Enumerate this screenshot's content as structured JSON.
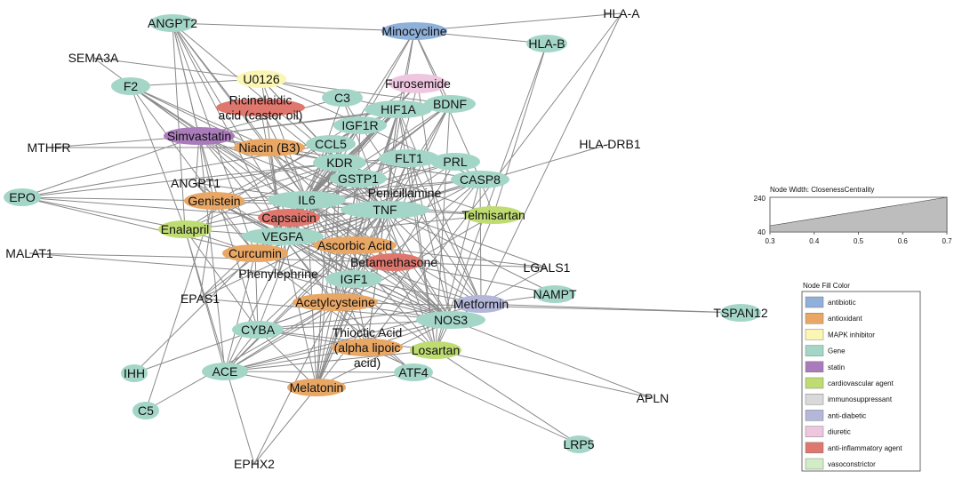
{
  "colors": {
    "antibiotic": "#8fb0d9",
    "antioxidant": "#e9a765",
    "mapk": "#fbf6b4",
    "gene": "#a4d6c8",
    "statin": "#a97bbb",
    "cardio": "#bfdc72",
    "immuno": "#d9d9d9",
    "antidiabetic": "#b4b7da",
    "diuretic": "#efc6df",
    "antiinflam": "#e0776e",
    "vaso": "#d2ecc6"
  },
  "nodes": [
    {
      "id": "ANGPT2",
      "label": "ANGPT2",
      "cat": "gene"
    },
    {
      "id": "Minocycline",
      "label": "Minocycline",
      "cat": "antibiotic"
    },
    {
      "id": "HLA-A",
      "label": "HLA-A",
      "cat": "gene"
    },
    {
      "id": "HLA-B",
      "label": "HLA-B",
      "cat": "gene"
    },
    {
      "id": "SEMA3A",
      "label": "SEMA3A",
      "cat": "gene"
    },
    {
      "id": "U0126",
      "label": "U0126",
      "cat": "mapk"
    },
    {
      "id": "F2",
      "label": "F2",
      "cat": "gene"
    },
    {
      "id": "Furosemide",
      "label": "Furosemide",
      "cat": "diuretic"
    },
    {
      "id": "Ricinelaidic",
      "label": [
        "Ricinelaidic",
        "acid (castor oil)"
      ],
      "cat": "antiinflam"
    },
    {
      "id": "C3",
      "label": "C3",
      "cat": "gene"
    },
    {
      "id": "HIF1A",
      "label": "HIF1A",
      "cat": "gene"
    },
    {
      "id": "BDNF",
      "label": "BDNF",
      "cat": "gene"
    },
    {
      "id": "IGF1R",
      "label": "IGF1R",
      "cat": "gene"
    },
    {
      "id": "Simvastatin",
      "label": "Simvastatin",
      "cat": "statin"
    },
    {
      "id": "MTHFR",
      "label": "MTHFR",
      "cat": "gene"
    },
    {
      "id": "Niacin",
      "label": "Niacin (B3)",
      "cat": "antioxidant"
    },
    {
      "id": "CCL5",
      "label": "CCL5",
      "cat": "gene"
    },
    {
      "id": "HLA-DRB1",
      "label": "HLA-DRB1",
      "cat": "gene"
    },
    {
      "id": "KDR",
      "label": "KDR",
      "cat": "gene"
    },
    {
      "id": "FLT1",
      "label": "FLT1",
      "cat": "gene"
    },
    {
      "id": "PRL",
      "label": "PRL",
      "cat": "gene"
    },
    {
      "id": "GSTP1",
      "label": "GSTP1",
      "cat": "gene"
    },
    {
      "id": "CASP8",
      "label": "CASP8",
      "cat": "gene"
    },
    {
      "id": "ANGPT1",
      "label": "ANGPT1",
      "cat": "gene"
    },
    {
      "id": "EPO",
      "label": "EPO",
      "cat": "gene"
    },
    {
      "id": "Penicillamine",
      "label": "Penicillamine",
      "cat": "immuno"
    },
    {
      "id": "Genistein",
      "label": "Genistein",
      "cat": "antioxidant"
    },
    {
      "id": "IL6",
      "label": "IL6",
      "cat": "gene"
    },
    {
      "id": "TNF",
      "label": "TNF",
      "cat": "gene"
    },
    {
      "id": "Telmisartan",
      "label": "Telmisartan",
      "cat": "cardio"
    },
    {
      "id": "Capsaicin",
      "label": "Capsaicin",
      "cat": "antiinflam"
    },
    {
      "id": "Enalapril",
      "label": "Enalapril",
      "cat": "cardio"
    },
    {
      "id": "VEGFA",
      "label": "VEGFA",
      "cat": "gene"
    },
    {
      "id": "AscorbicAcid",
      "label": "Ascorbic Acid",
      "cat": "antioxidant"
    },
    {
      "id": "MALAT1",
      "label": "MALAT1",
      "cat": "gene"
    },
    {
      "id": "Curcumin",
      "label": "Curcumin",
      "cat": "antioxidant"
    },
    {
      "id": "Betamethasone",
      "label": "Betamethasone",
      "cat": "antiinflam"
    },
    {
      "id": "LGALS1",
      "label": "LGALS1",
      "cat": "gene"
    },
    {
      "id": "Phenylephrine",
      "label": "Phenylephrine",
      "cat": "vaso"
    },
    {
      "id": "IGF1",
      "label": "IGF1",
      "cat": "gene"
    },
    {
      "id": "NAMPT",
      "label": "NAMPT",
      "cat": "gene"
    },
    {
      "id": "EPAS1",
      "label": "EPAS1",
      "cat": "gene"
    },
    {
      "id": "Acetylcysteine",
      "label": "Acetylcysteine",
      "cat": "antioxidant"
    },
    {
      "id": "Metformin",
      "label": "Metformin",
      "cat": "antidiabetic"
    },
    {
      "id": "TSPAN12",
      "label": "TSPAN12",
      "cat": "gene"
    },
    {
      "id": "NOS3",
      "label": "NOS3",
      "cat": "gene"
    },
    {
      "id": "CYBA",
      "label": "CYBA",
      "cat": "gene"
    },
    {
      "id": "Thioctic",
      "label": [
        "Thioctic Acid",
        "(alpha lipoic",
        "acid)"
      ],
      "cat": "antioxidant"
    },
    {
      "id": "Losartan",
      "label": "Losartan",
      "cat": "cardio"
    },
    {
      "id": "IHH",
      "label": "IHH",
      "cat": "gene"
    },
    {
      "id": "ACE",
      "label": "ACE",
      "cat": "gene"
    },
    {
      "id": "ATF4",
      "label": "ATF4",
      "cat": "gene"
    },
    {
      "id": "C5",
      "label": "C5",
      "cat": "gene"
    },
    {
      "id": "Melatonin",
      "label": "Melatonin",
      "cat": "antioxidant"
    },
    {
      "id": "APLN",
      "label": "APLN",
      "cat": "gene"
    },
    {
      "id": "LRP5",
      "label": "LRP5",
      "cat": "gene"
    },
    {
      "id": "EPHX2",
      "label": "EPHX2",
      "cat": "gene"
    }
  ],
  "edges": [
    [
      "Minocycline",
      "HLA-A"
    ],
    [
      "Minocycline",
      "HLA-B"
    ],
    [
      "Minocycline",
      "TNF"
    ],
    [
      "Minocycline",
      "IL6"
    ],
    [
      "Minocycline",
      "CASP8"
    ],
    [
      "Minocycline",
      "BDNF"
    ],
    [
      "Minocycline",
      "KDR"
    ],
    [
      "Minocycline",
      "HIF1A"
    ],
    [
      "ANGPT2",
      "Minocycline"
    ],
    [
      "ANGPT2",
      "Simvastatin"
    ],
    [
      "ANGPT2",
      "Genistein"
    ],
    [
      "ANGPT2",
      "Curcumin"
    ],
    [
      "ANGPT2",
      "VEGFA"
    ],
    [
      "ANGPT2",
      "KDR"
    ],
    [
      "ANGPT2",
      "IL6"
    ],
    [
      "ANGPT2",
      "Enalapril"
    ],
    [
      "ANGPT2",
      "Capsaicin"
    ],
    [
      "ANGPT2",
      "Niacin"
    ],
    [
      "HLA-A",
      "Metformin"
    ],
    [
      "HLA-A",
      "Thioctic"
    ],
    [
      "HLA-B",
      "Telmisartan"
    ],
    [
      "HLA-B",
      "Losartan"
    ],
    [
      "HLA-DRB1",
      "TNF"
    ],
    [
      "SEMA3A",
      "BDNF"
    ],
    [
      "SEMA3A",
      "Simvastatin"
    ],
    [
      "F2",
      "Simvastatin"
    ],
    [
      "F2",
      "Enalapril"
    ],
    [
      "F2",
      "IL6"
    ],
    [
      "F2",
      "U0126"
    ],
    [
      "F2",
      "Niacin"
    ],
    [
      "F2",
      "Curcumin"
    ],
    [
      "F2",
      "TNF"
    ],
    [
      "F2",
      "Betamethasone"
    ],
    [
      "MTHFR",
      "Simvastatin"
    ],
    [
      "MTHFR",
      "Niacin"
    ],
    [
      "EPO",
      "Simvastatin"
    ],
    [
      "EPO",
      "Genistein"
    ],
    [
      "EPO",
      "Enalapril"
    ],
    [
      "EPO",
      "Capsaicin"
    ],
    [
      "EPO",
      "Curcumin"
    ],
    [
      "EPO",
      "KDR"
    ],
    [
      "EPO",
      "CCL5"
    ],
    [
      "MALAT1",
      "Betamethasone"
    ],
    [
      "MALAT1",
      "IGF1"
    ],
    [
      "TSPAN12",
      "Metformin"
    ],
    [
      "TSPAN12",
      "Acetylcysteine"
    ],
    [
      "APLN",
      "Losartan"
    ],
    [
      "APLN",
      "NOS3"
    ],
    [
      "LRP5",
      "Losartan"
    ],
    [
      "LRP5",
      "Thioctic"
    ],
    [
      "IHH",
      "Acetylcysteine"
    ],
    [
      "IHH",
      "Curcumin"
    ],
    [
      "C5",
      "Acetylcysteine"
    ],
    [
      "C5",
      "Genistein"
    ],
    [
      "EPHX2",
      "Melatonin"
    ],
    [
      "EPHX2",
      "Acetylcysteine"
    ],
    [
      "EPHX2",
      "Enalapril"
    ],
    [
      "U0126",
      "TNF"
    ],
    [
      "U0126",
      "IL6"
    ],
    [
      "U0126",
      "VEGFA"
    ],
    [
      "U0126",
      "HIF1A"
    ],
    [
      "U0126",
      "KDR"
    ],
    [
      "U0126",
      "CASP8"
    ],
    [
      "Furosemide",
      "TNF"
    ],
    [
      "Furosemide",
      "IL6"
    ],
    [
      "Furosemide",
      "VEGFA"
    ],
    [
      "Furosemide",
      "Enalapril"
    ],
    [
      "Furosemide",
      "NOS3"
    ],
    [
      "Ricinelaidic",
      "TNF"
    ],
    [
      "Ricinelaidic",
      "IL6"
    ],
    [
      "Ricinelaidic",
      "VEGFA"
    ],
    [
      "Simvastatin",
      "TNF"
    ],
    [
      "Simvastatin",
      "IL6"
    ],
    [
      "Simvastatin",
      "VEGFA"
    ],
    [
      "Simvastatin",
      "NOS3"
    ],
    [
      "Simvastatin",
      "KDR"
    ],
    [
      "Simvastatin",
      "BDNF"
    ],
    [
      "Simvastatin",
      "HIF1A"
    ],
    [
      "Simvastatin",
      "IGF1"
    ],
    [
      "Simvastatin",
      "ACE"
    ],
    [
      "Simvastatin",
      "C3"
    ],
    [
      "Simvastatin",
      "CASP8"
    ],
    [
      "Simvastatin",
      "CYBA"
    ],
    [
      "Niacin",
      "TNF"
    ],
    [
      "Niacin",
      "IL6"
    ],
    [
      "Niacin",
      "VEGFA"
    ],
    [
      "Niacin",
      "NOS3"
    ],
    [
      "Niacin",
      "KDR"
    ],
    [
      "Niacin",
      "CCL5"
    ],
    [
      "Genistein",
      "TNF"
    ],
    [
      "Genistein",
      "IL6"
    ],
    [
      "Genistein",
      "VEGFA"
    ],
    [
      "Genistein",
      "NOS3"
    ],
    [
      "Genistein",
      "KDR"
    ],
    [
      "Genistein",
      "IGF1"
    ],
    [
      "Genistein",
      "HIF1A"
    ],
    [
      "Genistein",
      "CASP8"
    ],
    [
      "Genistein",
      "EPAS1"
    ],
    [
      "Capsaicin",
      "TNF"
    ],
    [
      "Capsaicin",
      "IL6"
    ],
    [
      "Capsaicin",
      "VEGFA"
    ],
    [
      "Capsaicin",
      "NOS3"
    ],
    [
      "Capsaicin",
      "PRL"
    ],
    [
      "Enalapril",
      "TNF"
    ],
    [
      "Enalapril",
      "IL6"
    ],
    [
      "Enalapril",
      "VEGFA"
    ],
    [
      "Enalapril",
      "NOS3"
    ],
    [
      "Enalapril",
      "ACE"
    ],
    [
      "Enalapril",
      "KDR"
    ],
    [
      "Enalapril",
      "CYBA"
    ],
    [
      "AscorbicAcid",
      "TNF"
    ],
    [
      "AscorbicAcid",
      "IL6"
    ],
    [
      "AscorbicAcid",
      "VEGFA"
    ],
    [
      "AscorbicAcid",
      "NOS3"
    ],
    [
      "AscorbicAcid",
      "HIF1A"
    ],
    [
      "AscorbicAcid",
      "CASP8"
    ],
    [
      "AscorbicAcid",
      "LGALS1"
    ],
    [
      "AscorbicAcid",
      "ACE"
    ],
    [
      "Curcumin",
      "TNF"
    ],
    [
      "Curcumin",
      "IL6"
    ],
    [
      "Curcumin",
      "VEGFA"
    ],
    [
      "Curcumin",
      "NOS3"
    ],
    [
      "Curcumin",
      "HIF1A"
    ],
    [
      "Curcumin",
      "CASP8"
    ],
    [
      "Curcumin",
      "KDR"
    ],
    [
      "Curcumin",
      "IGF1R"
    ],
    [
      "Curcumin",
      "BDNF"
    ],
    [
      "Curcumin",
      "GSTP1"
    ],
    [
      "Curcumin",
      "CYBA"
    ],
    [
      "Curcumin",
      "ACE"
    ],
    [
      "Curcumin",
      "ATF4"
    ],
    [
      "Betamethasone",
      "TNF"
    ],
    [
      "Betamethasone",
      "IL6"
    ],
    [
      "Betamethasone",
      "VEGFA"
    ],
    [
      "Betamethasone",
      "NOS3"
    ],
    [
      "Betamethasone",
      "LGALS1"
    ],
    [
      "Betamethasone",
      "NAMPT"
    ],
    [
      "Betamethasone",
      "PRL"
    ],
    [
      "Betamethasone",
      "IGF1"
    ],
    [
      "Phenylephrine",
      "TNF"
    ],
    [
      "Phenylephrine",
      "IL6"
    ],
    [
      "Phenylephrine",
      "NOS3"
    ],
    [
      "Phenylephrine",
      "VEGFA"
    ],
    [
      "Acetylcysteine",
      "TNF"
    ],
    [
      "Acetylcysteine",
      "IL6"
    ],
    [
      "Acetylcysteine",
      "VEGFA"
    ],
    [
      "Acetylcysteine",
      "NOS3"
    ],
    [
      "Acetylcysteine",
      "HIF1A"
    ],
    [
      "Acetylcysteine",
      "CASP8"
    ],
    [
      "Acetylcysteine",
      "GSTP1"
    ],
    [
      "Acetylcysteine",
      "CYBA"
    ],
    [
      "Acetylcysteine",
      "ACE"
    ],
    [
      "Acetylcysteine",
      "ATF4"
    ],
    [
      "Acetylcysteine",
      "IGF1"
    ],
    [
      "Acetylcysteine",
      "KDR"
    ],
    [
      "Metformin",
      "TNF"
    ],
    [
      "Metformin",
      "IL6"
    ],
    [
      "Metformin",
      "VEGFA"
    ],
    [
      "Metformin",
      "NOS3"
    ],
    [
      "Metformin",
      "HIF1A"
    ],
    [
      "Metformin",
      "IGF1"
    ],
    [
      "Metformin",
      "CASP8"
    ],
    [
      "Metformin",
      "CYBA"
    ],
    [
      "Metformin",
      "ACE"
    ],
    [
      "Metformin",
      "NAMPT"
    ],
    [
      "Metformin",
      "LGALS1"
    ],
    [
      "Metformin",
      "IGF1R"
    ],
    [
      "Metformin",
      "FLT1"
    ],
    [
      "Thioctic",
      "TNF"
    ],
    [
      "Thioctic",
      "IL6"
    ],
    [
      "Thioctic",
      "VEGFA"
    ],
    [
      "Thioctic",
      "NOS3"
    ],
    [
      "Thioctic",
      "HIF1A"
    ],
    [
      "Thioctic",
      "CYBA"
    ],
    [
      "Thioctic",
      "ACE"
    ],
    [
      "Thioctic",
      "IGF1"
    ],
    [
      "Losartan",
      "TNF"
    ],
    [
      "Losartan",
      "IL6"
    ],
    [
      "Losartan",
      "VEGFA"
    ],
    [
      "Losartan",
      "NOS3"
    ],
    [
      "Losartan",
      "ACE"
    ],
    [
      "Losartan",
      "CYBA"
    ],
    [
      "Losartan",
      "KDR"
    ],
    [
      "Losartan",
      "FLT1"
    ],
    [
      "Losartan",
      "HIF1A"
    ],
    [
      "Losartan",
      "CASP8"
    ],
    [
      "Losartan",
      "BDNF"
    ],
    [
      "Telmisartan",
      "TNF"
    ],
    [
      "Telmisartan",
      "IL6"
    ],
    [
      "Telmisartan",
      "VEGFA"
    ],
    [
      "Telmisartan",
      "NOS3"
    ],
    [
      "Telmisartan",
      "ACE"
    ],
    [
      "Telmisartan",
      "KDR"
    ],
    [
      "Telmisartan",
      "CASP8"
    ],
    [
      "Melatonin",
      "TNF"
    ],
    [
      "Melatonin",
      "IL6"
    ],
    [
      "Melatonin",
      "VEGFA"
    ],
    [
      "Melatonin",
      "NOS3"
    ],
    [
      "Melatonin",
      "HIF1A"
    ],
    [
      "Melatonin",
      "CASP8"
    ],
    [
      "Melatonin",
      "GSTP1"
    ],
    [
      "Melatonin",
      "BDNF"
    ],
    [
      "Melatonin",
      "IGF1"
    ],
    [
      "Melatonin",
      "ACE"
    ],
    [
      "Melatonin",
      "CYBA"
    ],
    [
      "Melatonin",
      "ATF4"
    ],
    [
      "Melatonin",
      "KDR"
    ],
    [
      "Melatonin",
      "FLT1"
    ],
    [
      "Melatonin",
      "CCL5"
    ],
    [
      "Penicillamine",
      "TNF"
    ],
    [
      "Penicillamine",
      "IL6"
    ],
    [
      "Penicillamine",
      "VEGFA"
    ],
    [
      "ANGPT1",
      "TNF"
    ],
    [
      "ANGPT1",
      "KDR"
    ],
    [
      "ANGPT1",
      "VEGFA"
    ],
    [
      "ANGPT1",
      "Curcumin"
    ],
    [
      "ANGPT1",
      "Genistein"
    ],
    [
      "ANGPT1",
      "Simvastatin"
    ],
    [
      "TNF",
      "IL6"
    ],
    [
      "TNF",
      "VEGFA"
    ],
    [
      "TNF",
      "NOS3"
    ],
    [
      "TNF",
      "HIF1A"
    ],
    [
      "TNF",
      "CASP8"
    ],
    [
      "TNF",
      "IGF1"
    ],
    [
      "TNF",
      "CCL5"
    ],
    [
      "TNF",
      "C3"
    ],
    [
      "TNF",
      "BDNF"
    ],
    [
      "TNF",
      "GSTP1"
    ],
    [
      "TNF",
      "ACE"
    ],
    [
      "TNF",
      "CYBA"
    ],
    [
      "TNF",
      "KDR"
    ],
    [
      "TNF",
      "FLT1"
    ],
    [
      "TNF",
      "PRL"
    ],
    [
      "TNF",
      "LGALS1"
    ],
    [
      "TNF",
      "NAMPT"
    ],
    [
      "TNF",
      "EPAS1"
    ],
    [
      "IL6",
      "VEGFA"
    ],
    [
      "IL6",
      "NOS3"
    ],
    [
      "IL6",
      "HIF1A"
    ],
    [
      "IL6",
      "CASP8"
    ],
    [
      "IL6",
      "IGF1"
    ],
    [
      "IL6",
      "CCL5"
    ],
    [
      "IL6",
      "BDNF"
    ],
    [
      "IL6",
      "KDR"
    ],
    [
      "IL6",
      "ACE"
    ],
    [
      "IL6",
      "CYBA"
    ],
    [
      "IL6",
      "PRL"
    ],
    [
      "IL6",
      "FLT1"
    ],
    [
      "IL6",
      "C3"
    ],
    [
      "IL6",
      "IGF1R"
    ],
    [
      "VEGFA",
      "NOS3"
    ],
    [
      "VEGFA",
      "HIF1A"
    ],
    [
      "VEGFA",
      "KDR"
    ],
    [
      "VEGFA",
      "FLT1"
    ],
    [
      "VEGFA",
      "IGF1"
    ],
    [
      "VEGFA",
      "EPAS1"
    ],
    [
      "VEGFA",
      "CCL5"
    ],
    [
      "VEGFA",
      "BDNF"
    ],
    [
      "VEGFA",
      "IGF1R"
    ],
    [
      "KDR",
      "FLT1"
    ],
    [
      "KDR",
      "HIF1A"
    ],
    [
      "KDR",
      "NOS3"
    ],
    [
      "IGF1",
      "IGF1R"
    ],
    [
      "IGF1",
      "NOS3"
    ],
    [
      "IGF1",
      "HIF1A"
    ],
    [
      "IGF1",
      "BDNF"
    ],
    [
      "NOS3",
      "CYBA"
    ],
    [
      "NOS3",
      "ACE"
    ],
    [
      "NOS3",
      "HIF1A"
    ],
    [
      "NOS3",
      "EPAS1"
    ],
    [
      "HIF1A",
      "EPAS1"
    ],
    [
      "HIF1A",
      "BDNF"
    ],
    [
      "HIF1A",
      "IGF1R"
    ],
    [
      "CYBA",
      "ACE"
    ],
    [
      "ACE",
      "ATF4"
    ],
    [
      "CASP8",
      "PRL"
    ],
    [
      "CCL5",
      "IGF1R"
    ],
    [
      "C3",
      "IGF1R"
    ],
    [
      "FLT1",
      "PRL"
    ]
  ],
  "legend_width": {
    "title": "Node Width:  ClosenessCentrality",
    "ytick_top": "240",
    "ytick_bottom": "40",
    "xticks": [
      "0.3",
      "0.4",
      "0.5",
      "0.6",
      "0.7"
    ]
  },
  "legend_color": {
    "title": "Node Fill Color",
    "items": [
      {
        "label": "antibiotic",
        "cat": "antibiotic"
      },
      {
        "label": "antioxidant",
        "cat": "antioxidant"
      },
      {
        "label": "MAPK inhibitor",
        "cat": "mapk"
      },
      {
        "label": "Gene",
        "cat": "gene"
      },
      {
        "label": "statin",
        "cat": "statin"
      },
      {
        "label": "cardiovascular agent",
        "cat": "cardio"
      },
      {
        "label": "immunosuppressant",
        "cat": "immuno"
      },
      {
        "label": "anti-diabetic",
        "cat": "antidiabetic"
      },
      {
        "label": "diuretic",
        "cat": "diuretic"
      },
      {
        "label": "anti-inflammatory agent",
        "cat": "antiinflam"
      },
      {
        "label": "vasoconstrictor",
        "cat": "vaso"
      }
    ]
  }
}
